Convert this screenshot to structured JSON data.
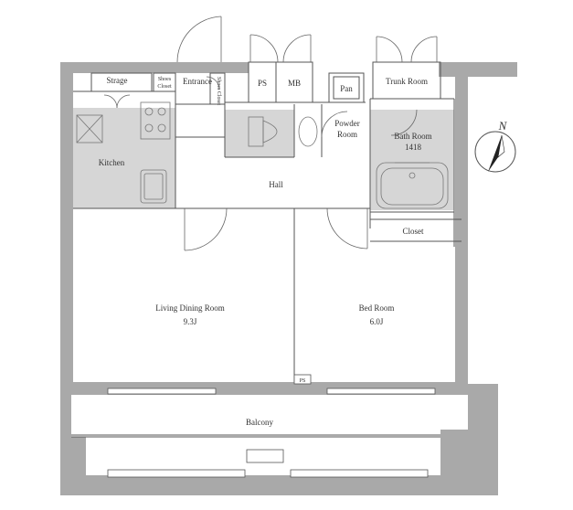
{
  "rooms": {
    "strage": "Strage",
    "shoes_closet_top": "Shoes",
    "shoes_closet_bottom": "Closet",
    "entrance": "Entrance",
    "shoes_closet_side": "Shoes Closet",
    "ps_top": "PS",
    "mb": "MB",
    "pan": "Pan",
    "trunk_room": "Trunk Room",
    "powder_room_line1": "Powder",
    "powder_room_line2": "Room",
    "bath_room": "Bath Room",
    "bath_size": "1418",
    "kitchen": "Kitchen",
    "hall": "Hall",
    "closet": "Closet",
    "living": "Living Dining Room",
    "living_size": "9.3J",
    "bed": "Bed Room",
    "bed_size": "6.0J",
    "ps_bottom": "PS",
    "balcony": "Balcony"
  },
  "compass": {
    "label": "N"
  },
  "colors": {
    "wall": "#a9a9a9",
    "wet_area": "#d6d6d6",
    "line": "#555555"
  }
}
